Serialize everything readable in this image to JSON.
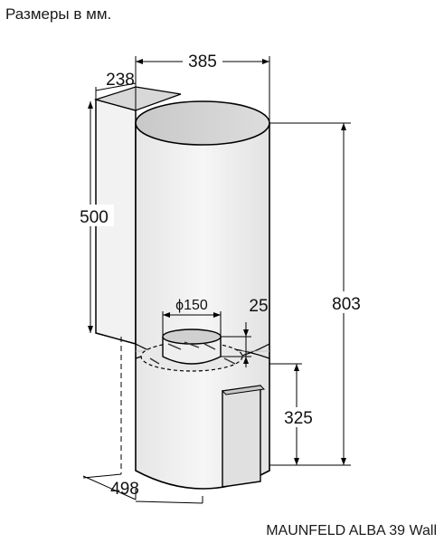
{
  "header": {
    "caption": "Размеры в мм."
  },
  "footer": {
    "model": "MAUNFELD ALBA 39 Wall"
  },
  "dimensions": {
    "depth_top": "238",
    "width": "385",
    "body_height": "500",
    "total_height": "803",
    "duct_diameter": "ϕ150",
    "duct_height": "25",
    "base_height": "325",
    "base_depth": "498"
  }
}
